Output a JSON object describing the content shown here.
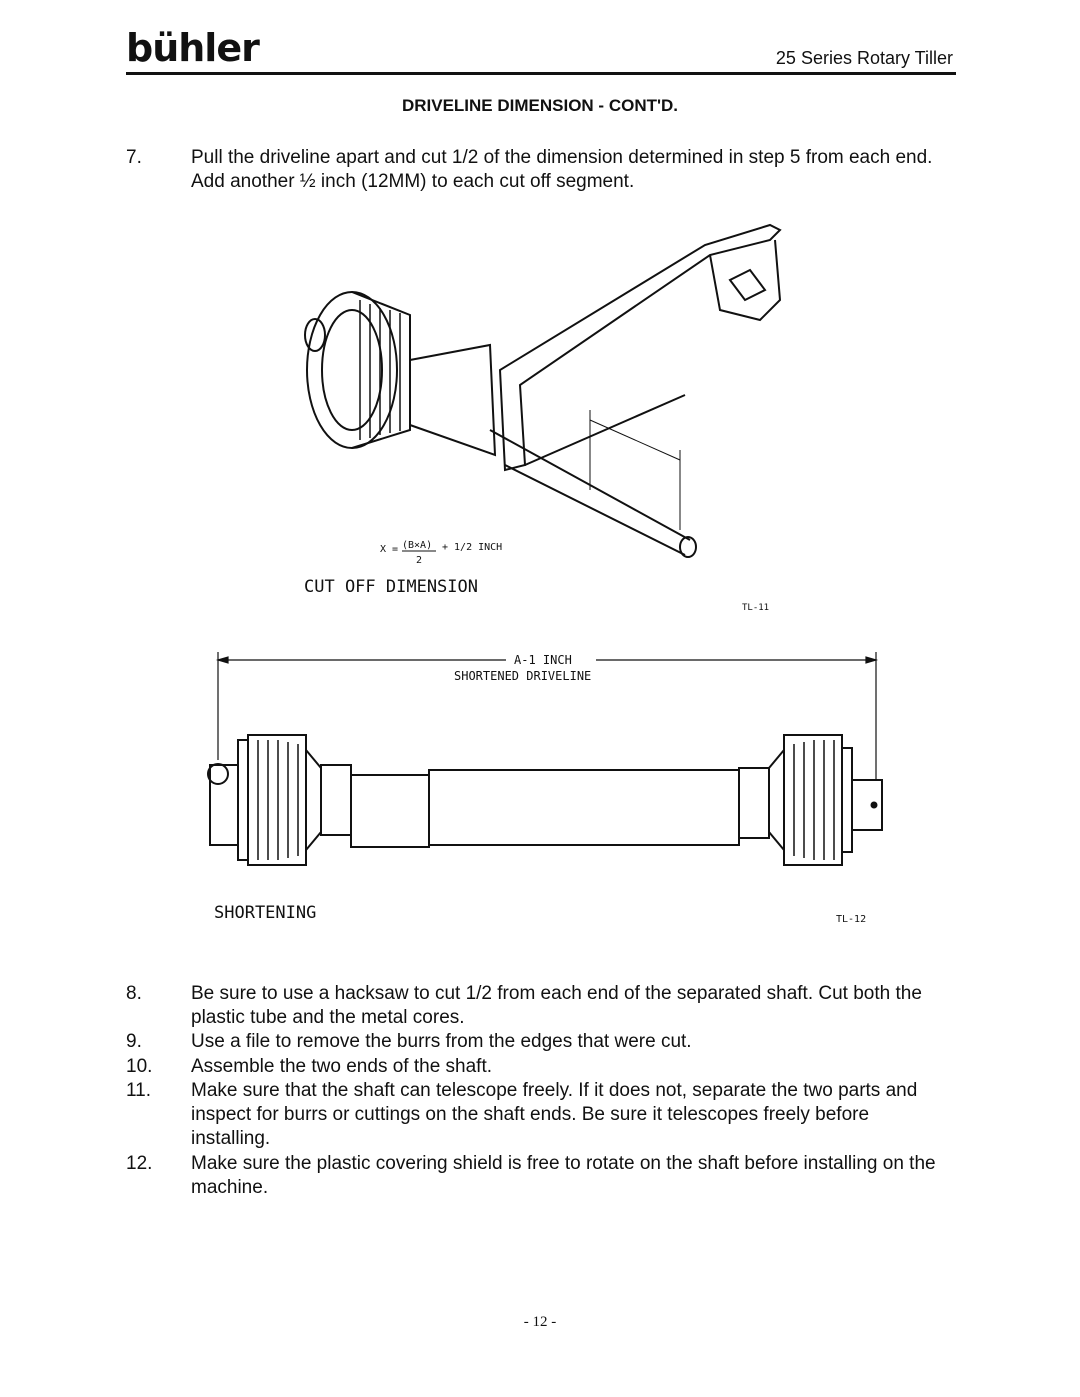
{
  "header": {
    "logo_text": "bühler",
    "title": "25 Series Rotary Tiller"
  },
  "section_title": "DRIVELINE DIMENSION - CONT'D.",
  "steps_top": [
    {
      "num": "7.",
      "text": "Pull the driveline apart and cut 1/2 of the dimension determined in step 5 from each end.  Add another ½ inch  (12MM) to each cut off segment."
    }
  ],
  "figure1": {
    "formula_x": "X =",
    "formula_num": "(B×A)",
    "formula_den": "2",
    "formula_tail": "+ 1/2 INCH",
    "caption": "CUT OFF DIMENSION",
    "code": "TL-11"
  },
  "figure2": {
    "dimension": "A-1 INCH",
    "subtitle": "SHORTENED DRIVELINE",
    "caption": "SHORTENING",
    "code": "TL-12"
  },
  "steps_bottom": [
    {
      "num": "8.",
      "text": "Be sure to use a hacksaw to cut 1/2 from each end of the separated shaft.  Cut both the plastic tube and the metal cores."
    },
    {
      "num": "9.",
      "text": "Use a file to remove the burrs from the edges that were cut."
    },
    {
      "num": "10.",
      "text": "Assemble the two ends of the shaft."
    },
    {
      "num": "11.",
      "text": "Make sure that the shaft can telescope freely.  If it does not, separate the two parts and inspect for burrs or cuttings on the shaft ends.  Be sure it telescopes freely before installing."
    },
    {
      "num": "12.",
      "text": "Make sure the plastic covering shield is free to rotate on the shaft before installing on the machine."
    }
  ],
  "page_number": "- 12 -"
}
